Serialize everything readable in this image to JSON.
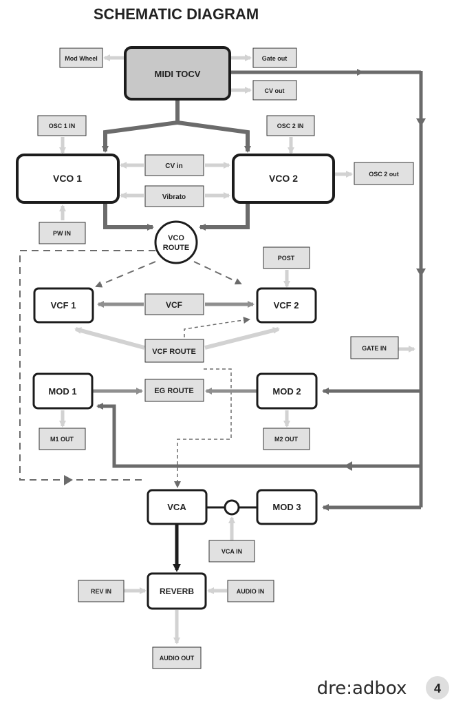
{
  "title": "SCHEMATIC DIAGRAM",
  "brand": "dre:adbox",
  "page_number": "4",
  "colors": {
    "dark": "#1c1c1c",
    "arrow_dark": "#6b6b6b",
    "arrow_mid": "#8f8f8f",
    "arrow_light": "#d2d2d2",
    "label_fill": "#e1e1e1",
    "midi_fill": "#c8c8c8",
    "badge_fill": "#dedede"
  },
  "labels": {
    "mod_wheel": "Mod Wheel",
    "gate_out": "Gate out",
    "cv_out": "CV out",
    "midi_to_cv": "MIDI TOCV",
    "osc1_in": "OSC 1 IN",
    "osc2_in": "OSC 2 IN",
    "osc2_out": "OSC 2 out",
    "cv_in": "CV in",
    "vibrato": "Vibrato",
    "pw_in": "PW IN",
    "post": "POST",
    "vcf": "VCF",
    "vcf_route": "VCF ROUTE",
    "gate_in": "GATE IN",
    "eg_route": "EG ROUTE",
    "m1_out": "M1 OUT",
    "m2_out": "M2 OUT",
    "vca_in": "VCA IN",
    "rev_in": "REV IN",
    "audio_in": "AUDIO IN",
    "audio_out": "AUDIO OUT"
  },
  "modules": {
    "vco1": "VCO 1",
    "vco2": "VCO 2",
    "vco_route_line1": "VCO",
    "vco_route_line2": "ROUTE",
    "vcf1": "VCF 1",
    "vcf2": "VCF 2",
    "mod1": "MOD 1",
    "mod2": "MOD 2",
    "vca": "VCA",
    "mod3": "MOD 3",
    "reverb": "REVERB"
  }
}
